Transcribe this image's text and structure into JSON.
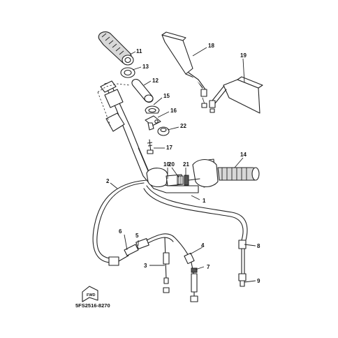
{
  "diagram": {
    "drawing_code": "5FS2516-8270",
    "forward_marker": "FWD",
    "callouts": [
      {
        "id": "1",
        "label": "1"
      },
      {
        "id": "2",
        "label": "2"
      },
      {
        "id": "3",
        "label": "3"
      },
      {
        "id": "4",
        "label": "4"
      },
      {
        "id": "5",
        "label": "5"
      },
      {
        "id": "6",
        "label": "6"
      },
      {
        "id": "7",
        "label": "7"
      },
      {
        "id": "8",
        "label": "8"
      },
      {
        "id": "9",
        "label": "9"
      },
      {
        "id": "10",
        "label": "10"
      },
      {
        "id": "11",
        "label": "11"
      },
      {
        "id": "12",
        "label": "12"
      },
      {
        "id": "13",
        "label": "13"
      },
      {
        "id": "14",
        "label": "14"
      },
      {
        "id": "15",
        "label": "15"
      },
      {
        "id": "16",
        "label": "16"
      },
      {
        "id": "17",
        "label": "17"
      },
      {
        "id": "18",
        "label": "18"
      },
      {
        "id": "19",
        "label": "19"
      },
      {
        "id": "20",
        "label": "20"
      },
      {
        "id": "21",
        "label": "21"
      },
      {
        "id": "22",
        "label": "22"
      }
    ]
  }
}
